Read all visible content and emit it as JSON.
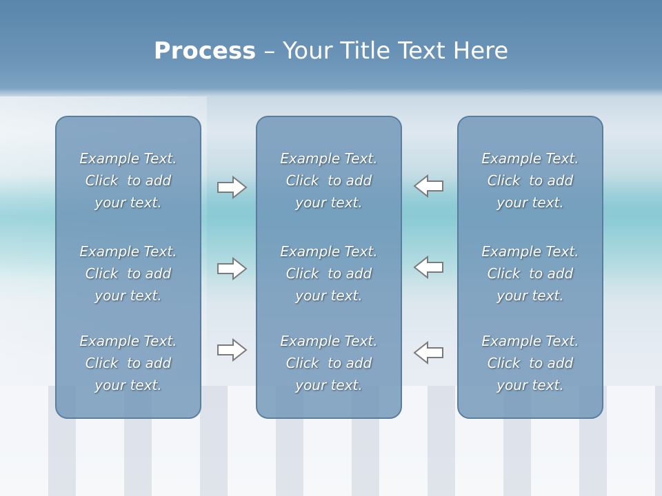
{
  "title": {
    "bold": "Process",
    "rest": " – Your Title Text Here"
  },
  "panels": [
    {
      "blocks": [
        {
          "line1": "Example Text.",
          "line2": "Click  to add",
          "line3": "your text."
        },
        {
          "line1": "Example Text.",
          "line2": "Click  to add",
          "line3": "your text."
        },
        {
          "line1": "Example Text.",
          "line2": "Click  to add",
          "line3": "your text."
        }
      ]
    },
    {
      "blocks": [
        {
          "line1": "Example Text.",
          "line2": "Click  to add",
          "line3": "your text."
        },
        {
          "line1": "Example Text.",
          "line2": "Click  to add",
          "line3": "your text."
        },
        {
          "line1": "Example Text.",
          "line2": "Click  to add",
          "line3": "your text."
        }
      ]
    },
    {
      "blocks": [
        {
          "line1": "Example Text.",
          "line2": "Click  to add",
          "line3": "your text."
        },
        {
          "line1": "Example Text.",
          "line2": "Click  to add",
          "line3": "your text."
        },
        {
          "line1": "Example Text.",
          "line2": "Click  to add",
          "line3": "your text."
        }
      ]
    }
  ],
  "arrows": {
    "left_column": "right-arrow-icon",
    "right_column": "left-arrow-icon"
  },
  "colors": {
    "panel_fill": "#7096b8",
    "panel_border": "#5b7d9d",
    "title_text": "#ffffff",
    "arrow_fill": "#ffffff",
    "arrow_stroke": "#7a7a7a"
  }
}
